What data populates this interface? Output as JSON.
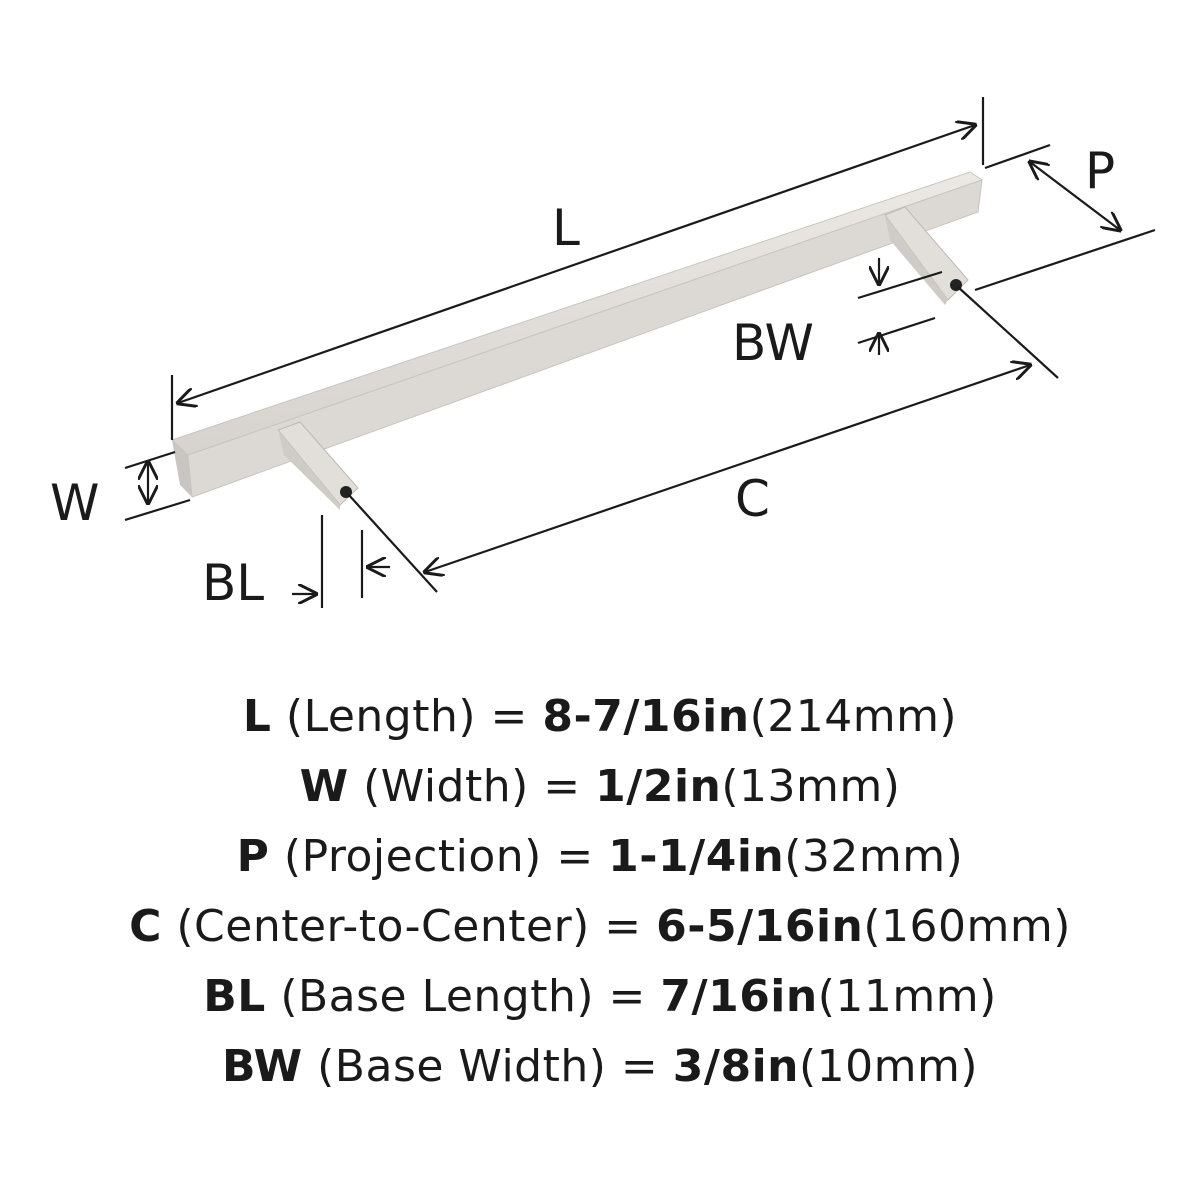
{
  "diagram": {
    "labels": {
      "L": "L",
      "P": "P",
      "BW": "BW",
      "W": "W",
      "C": "C",
      "BL": "BL"
    },
    "colors": {
      "finish": "#d9d6d2",
      "finish_dark": "#bdb9b4",
      "line": "#1a1a1a"
    }
  },
  "specs": [
    {
      "abbr": "L",
      "name": "(Length) = ",
      "imperial": "8-7/16in",
      "metric": "(214mm)"
    },
    {
      "abbr": "W",
      "name": "(Width) = ",
      "imperial": "1/2in",
      "metric": "(13mm)"
    },
    {
      "abbr": "P",
      "name": "(Projection) = ",
      "imperial": "1-1/4in",
      "metric": "(32mm)"
    },
    {
      "abbr": "C",
      "name": "(Center-to-Center) = ",
      "imperial": "6-5/16in",
      "metric": "(160mm)"
    },
    {
      "abbr": "BL",
      "name": "(Base Length) = ",
      "imperial": "7/16in",
      "metric": "(11mm)"
    },
    {
      "abbr": "BW",
      "name": "(Base Width) = ",
      "imperial": "3/8in",
      "metric": "(10mm)"
    }
  ]
}
